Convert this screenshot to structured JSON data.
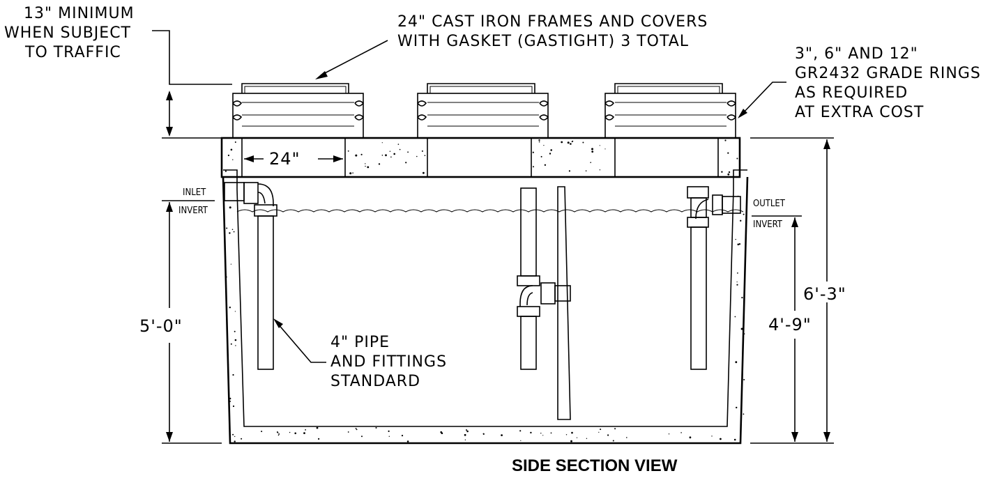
{
  "labels": {
    "min_line1": "13\" MINIMUM",
    "min_line2": "WHEN SUBJECT",
    "min_line3": "TO TRAFFIC",
    "frames_line1": "24\" CAST IRON FRAMES AND COVERS",
    "frames_line2": "WITH GASKET (GASTIGHT) 3 TOTAL",
    "rings_line1": "3\", 6\" AND 12\"",
    "rings_line2": "GR2432 GRADE RINGS",
    "rings_line3": "AS REQUIRED",
    "rings_line4": "AT EXTRA COST",
    "pipe_line1": "4\" PIPE",
    "pipe_line2": "AND FITTINGS",
    "pipe_line3": "STANDARD",
    "inlet": "INLET",
    "inlet_invert": "INVERT",
    "outlet": "OUTLET",
    "outlet_invert": "INVERT"
  },
  "dimensions": {
    "opening": "24\"",
    "inlet_depth": "5'-0\"",
    "overall_height": "6'-3\"",
    "outlet_depth": "4'-9\""
  },
  "title": "SIDE SECTION VIEW"
}
